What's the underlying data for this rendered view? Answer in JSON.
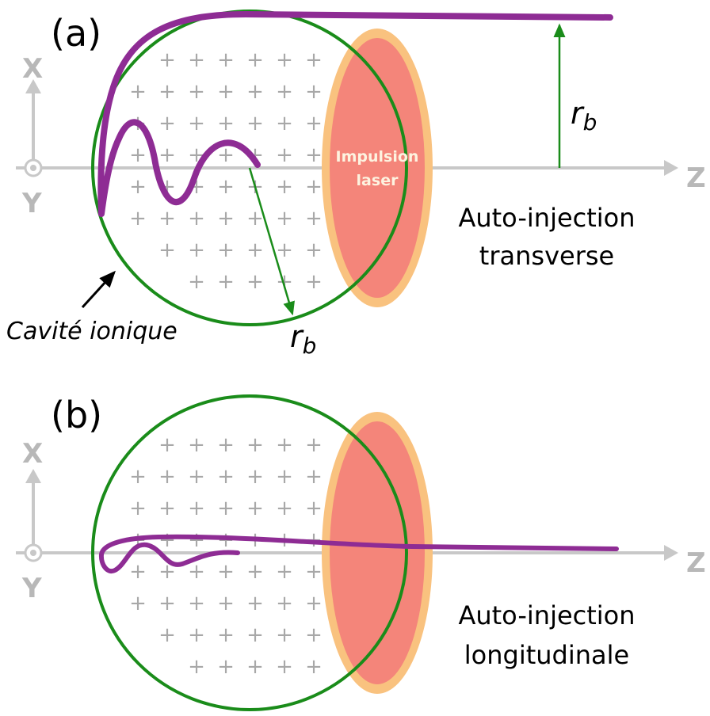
{
  "panel_a": {
    "label": "(a)",
    "axis_x": "X",
    "axis_y": "Y",
    "axis_z": "Z",
    "laser_label_1": "Impulsion",
    "laser_label_2": "laser",
    "radius_label": "r",
    "radius_subscript": "b",
    "cavity_label": "Cavité ionique",
    "caption_line1": "Auto-injection",
    "caption_line2": "transverse"
  },
  "panel_b": {
    "label": "(b)",
    "axis_x": "X",
    "axis_y": "Y",
    "axis_z": "Z",
    "caption_line1": "Auto-injection",
    "caption_line2": "longitudinale"
  },
  "colors": {
    "cavity": "#1a8c1a",
    "trajectory": "#8e2c94",
    "laser_fill": "#f4857a",
    "laser_halo": "#f9c27f",
    "axis": "#c8c8c8",
    "arrow": "#1a8c1a"
  }
}
